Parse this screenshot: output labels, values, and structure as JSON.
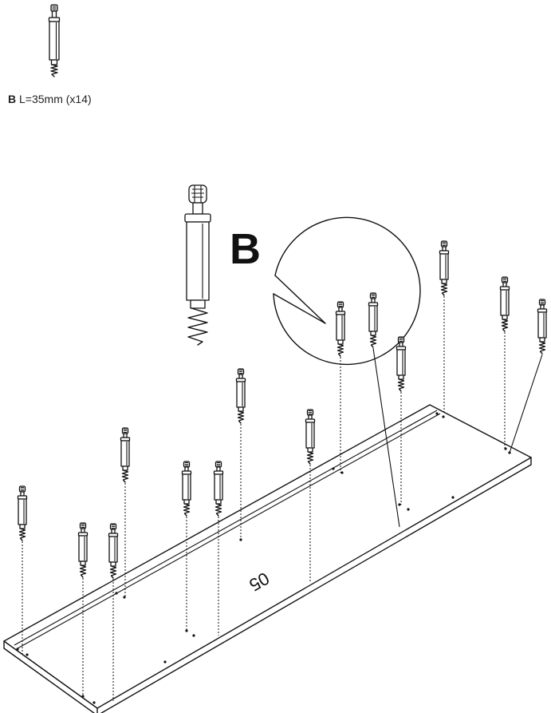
{
  "part": {
    "letter": "B",
    "spec": "L=35mm (x14)"
  },
  "callout": {
    "letter": "B"
  },
  "panel": {
    "number": "05"
  },
  "icons": {
    "part_icon": "cam-dowel-icon",
    "callout_icon": "cam-dowel-icon"
  },
  "dowel_count": 14
}
